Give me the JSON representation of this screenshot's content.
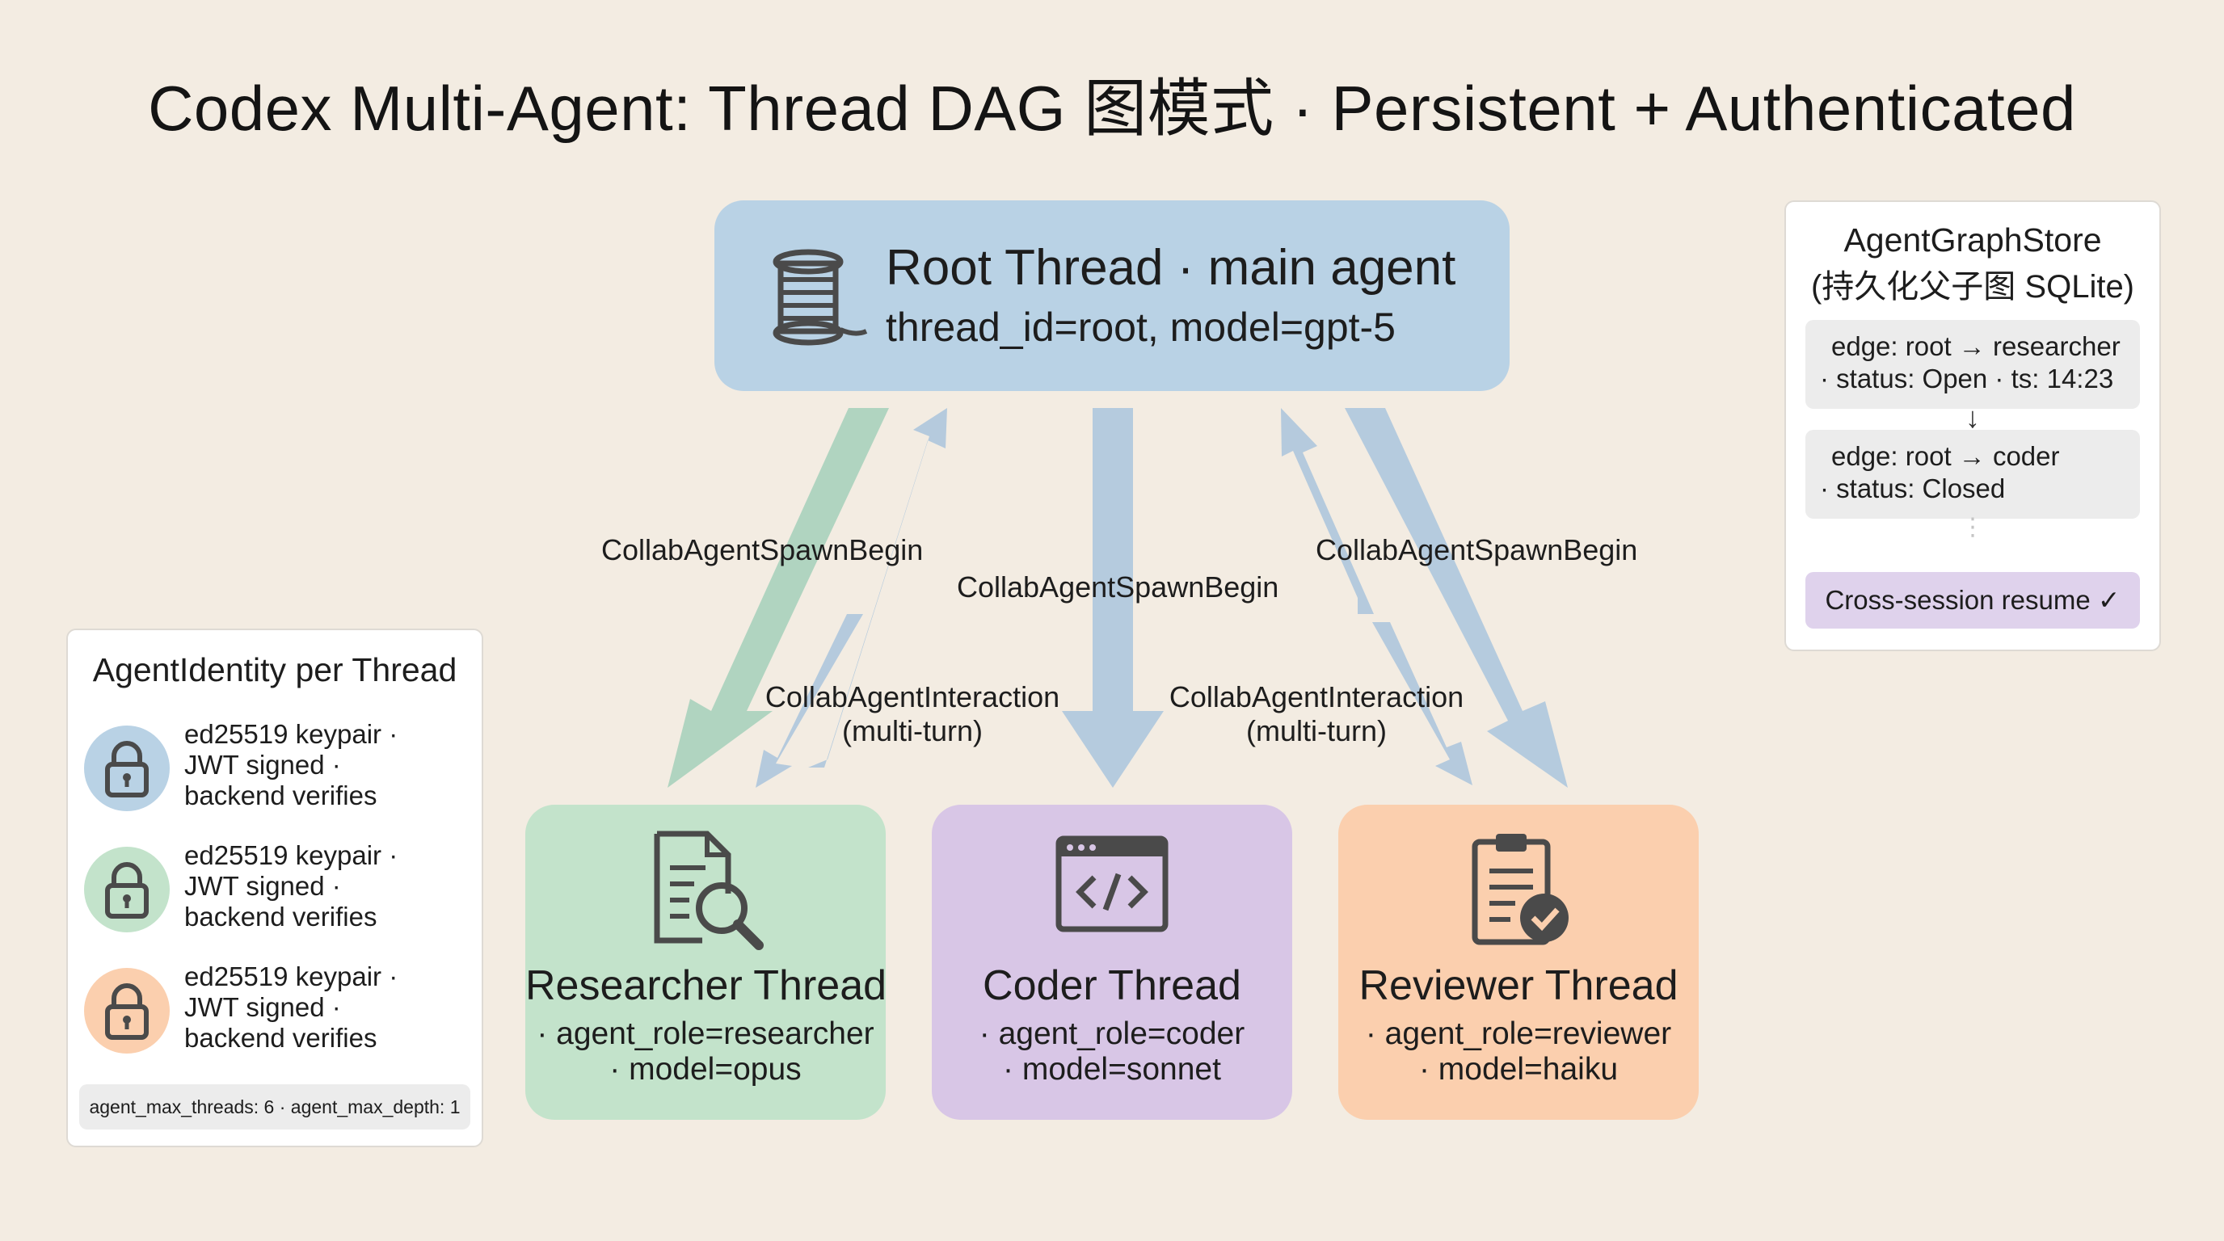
{
  "title": "Codex Multi-Agent: Thread DAG 图模式 · Persistent + Authenticated",
  "root": {
    "title": "Root Thread · main agent",
    "subtitle": "thread_id=root, model=gpt-5",
    "icon": "spool-icon",
    "color": "#b9d2e5"
  },
  "threads": [
    {
      "name": "Researcher Thread",
      "line1": "· agent_role=researcher",
      "line2": "· model=opus",
      "icon": "document-search-icon",
      "color": "#c3e3cb"
    },
    {
      "name": "Coder Thread",
      "line1": "· agent_role=coder",
      "line2": "· model=sonnet",
      "icon": "code-window-icon",
      "color": "#d8c6e6"
    },
    {
      "name": "Reviewer Thread",
      "line1": "· agent_role=reviewer",
      "line2": "· model=haiku",
      "icon": "clipboard-check-icon",
      "color": "#fbcfae"
    }
  ],
  "edge_labels": {
    "spawn_left": "CollabAgentSpawnBegin",
    "spawn_center": "CollabAgentSpawnBegin",
    "spawn_right": "CollabAgentSpawnBegin",
    "interaction_left_1": "CollabAgentInteraction",
    "interaction_left_2": "(multi-turn)",
    "interaction_right_1": "CollabAgentInteraction",
    "interaction_right_2": "(multi-turn)"
  },
  "identity": {
    "title": "AgentIdentity per Thread",
    "rows": [
      {
        "line1": "ed25519 keypair ·",
        "line2": "JWT signed ·",
        "line3": "backend verifies",
        "color": "#b9d2e5",
        "icon": "lock-icon"
      },
      {
        "line1": "ed25519 keypair ·",
        "line2": "JWT signed ·",
        "line3": "backend verifies",
        "color": "#c3e3cb",
        "icon": "lock-icon"
      },
      {
        "line1": "ed25519 keypair ·",
        "line2": "JWT signed ·",
        "line3": "backend verifies",
        "color": "#fbcfae",
        "icon": "lock-icon"
      }
    ],
    "limits": "agent_max_threads: 6 · agent_max_depth: 1"
  },
  "store": {
    "title": "AgentGraphStore",
    "subtitle": "(持久化父子图 SQLite)",
    "edge1_line1": "edge: root → researcher",
    "edge1_line2": "· status: Open · ts: 14:23",
    "arrow": "↓",
    "edge2_line1": "edge: root → coder",
    "edge2_line2": "· status: Closed",
    "ellipsis": "⋮",
    "resume": "Cross-session resume ✓"
  }
}
